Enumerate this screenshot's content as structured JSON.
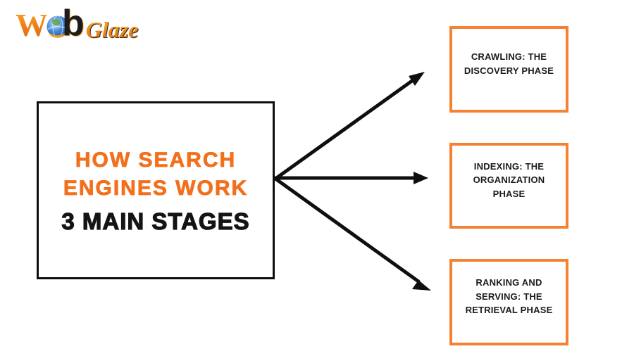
{
  "colors": {
    "orange_text": "#F2701D",
    "orange_border": "#F48232",
    "ink": "#141414",
    "background": "#FFFFFF"
  },
  "logo": {
    "part_w": "W",
    "globe_icon": "globe-icon",
    "part_b": "b",
    "part_glaze": "Glaze"
  },
  "main_box": {
    "title_lines": [
      "HOW SEARCH",
      "ENGINES WORK"
    ],
    "subtitle": "3 MAIN STAGES"
  },
  "stages": [
    {
      "label": "CRAWLING: THE DISCOVERY PHASE"
    },
    {
      "label": "INDEXING: THE ORGANIZATION PHASE"
    },
    {
      "label": "RANKING AND SERVING: THE RETRIEVAL PHASE"
    }
  ]
}
